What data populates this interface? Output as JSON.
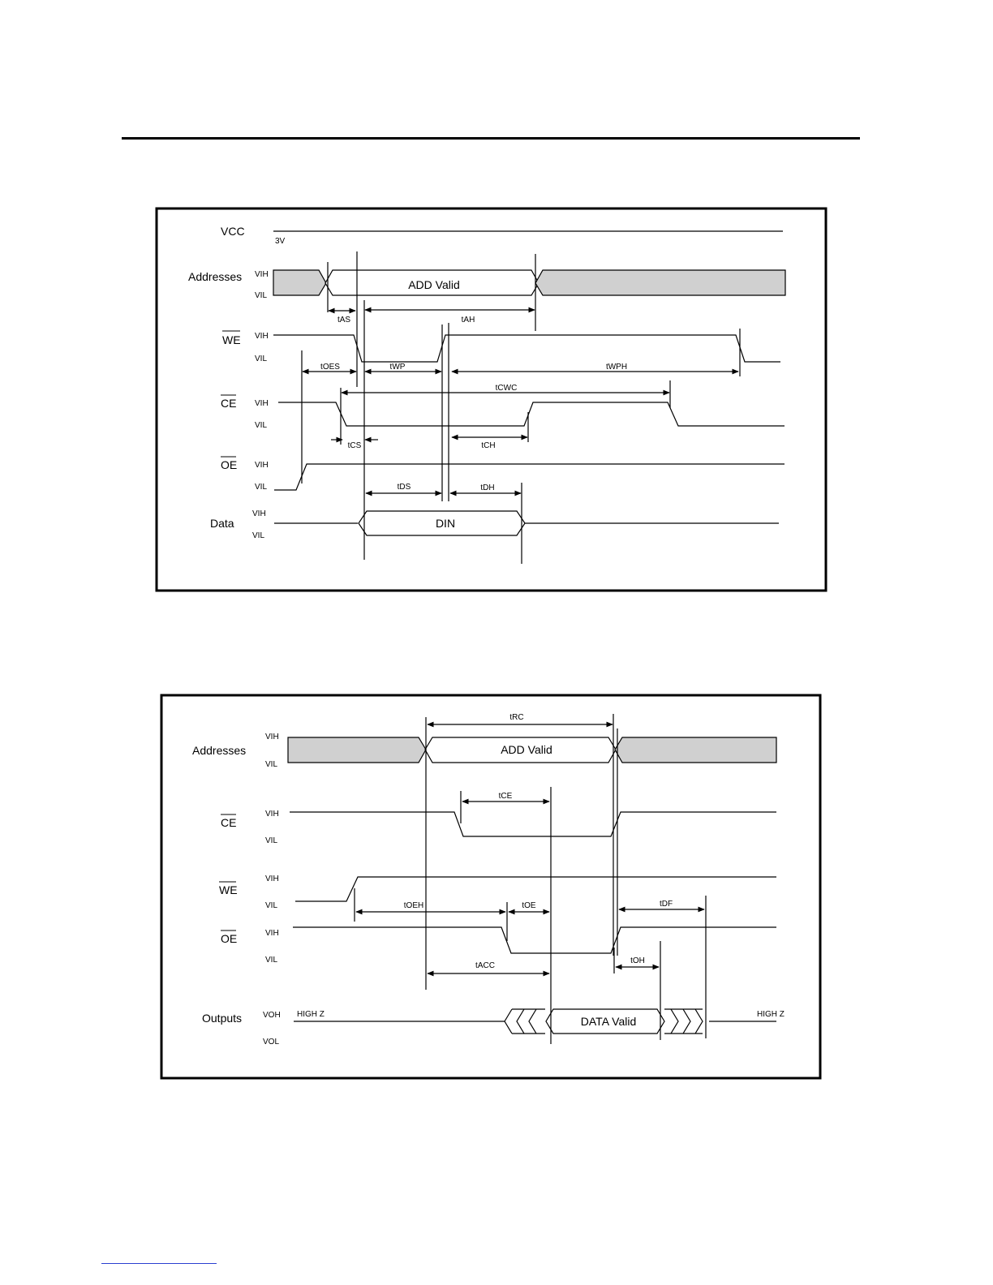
{
  "write_diagram": {
    "signals": {
      "vcc": "VCC",
      "vcc_level": "3V",
      "addresses": "Addresses",
      "we": "WE",
      "ce": "CE",
      "oe": "OE",
      "data": "Data"
    },
    "levels": {
      "high": "VIH",
      "low": "VIL"
    },
    "boxes": {
      "address": "ADD Valid",
      "data": "DIN"
    },
    "timings": {
      "tas": "tAS",
      "tah": "tAH",
      "toes": "tOES",
      "twp": "tWP",
      "twph": "tWPH",
      "tcwc": "tCWC",
      "tcs": "tCS",
      "tch": "tCH",
      "tds": "tDS",
      "tdh": "tDH"
    }
  },
  "read_diagram": {
    "signals": {
      "addresses": "Addresses",
      "ce": "CE",
      "we": "WE",
      "oe": "OE",
      "outputs": "Outputs"
    },
    "levels": {
      "high": "VIH",
      "low": "VIL",
      "out_high": "VOH",
      "out_low": "VOL"
    },
    "boxes": {
      "address": "ADD Valid",
      "data": "DATA Valid"
    },
    "states": {
      "high_z_left": "HIGH Z",
      "high_z_right": "HIGH Z"
    },
    "timings": {
      "trc": "tRC",
      "tce": "tCE",
      "toeh": "tOEH",
      "toe": "tOE",
      "tdf": "tDF",
      "tacc": "tACC",
      "toh": "tOH"
    }
  }
}
